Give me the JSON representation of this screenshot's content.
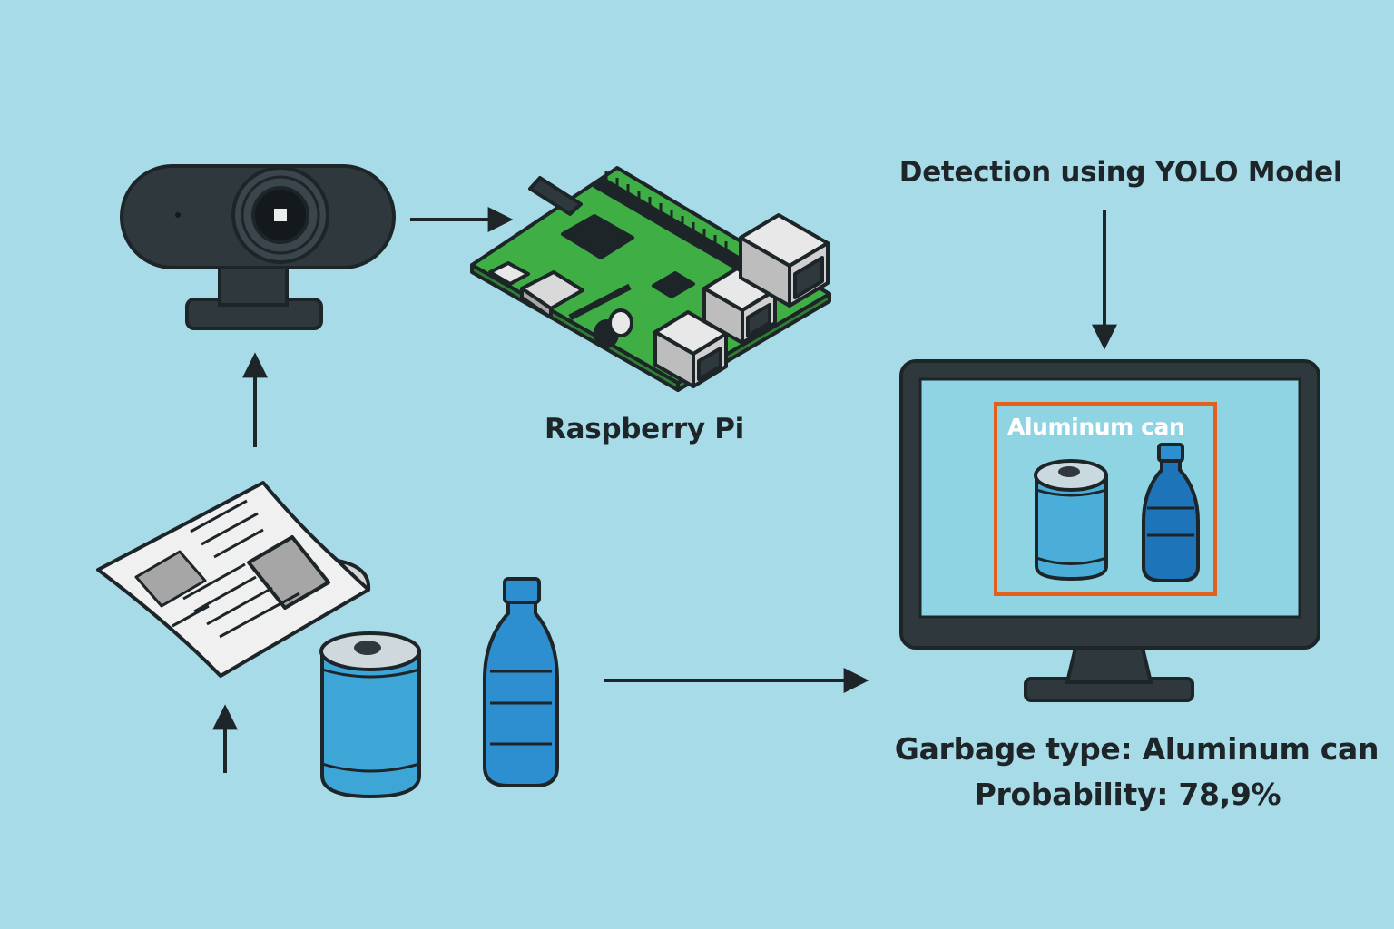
{
  "diagram": {
    "pi_label": "Raspberry Pi",
    "model_label": "Detection using YOLO Model",
    "detection_box_label": "Aluminum can",
    "result_type": "Garbage type: Aluminum can",
    "result_probability": "Probability: 78,9%"
  },
  "icons": {
    "webcam": "webcam-icon",
    "raspberry_pi": "raspberry-pi-board-icon",
    "newspaper": "newspaper-icon",
    "can": "aluminum-can-icon",
    "bottle": "plastic-bottle-icon",
    "monitor": "monitor-icon"
  },
  "colors": {
    "background": "#a8dbe8",
    "board": "#3fae45",
    "can": "#3ea6d6",
    "bottle": "#2e8fd0",
    "detection_box": "#e2601c",
    "outline": "#1d2528"
  }
}
